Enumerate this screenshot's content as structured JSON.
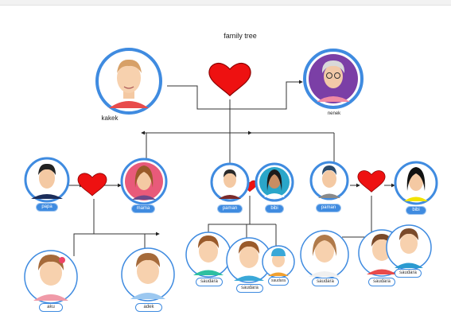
{
  "title": "family tree",
  "labels": {
    "kakek": "kakek",
    "nenek": "nenek",
    "papa": "papa",
    "mama": "mama",
    "paman1": "paman",
    "bibi": "bibi",
    "paman2": "paman",
    "bibi2": "bibi",
    "aku": "aku",
    "adek": "adek",
    "saudara1": "saudara",
    "saudara2": "saudara",
    "saudara3": "saudara",
    "saudara4": "saudara",
    "saudara5": "saudara",
    "saudara6": "saudara"
  },
  "colors": {
    "ring": "#3f8be0",
    "heart": "#ee1111",
    "line": "#333333",
    "pill": "#3f8be0"
  }
}
